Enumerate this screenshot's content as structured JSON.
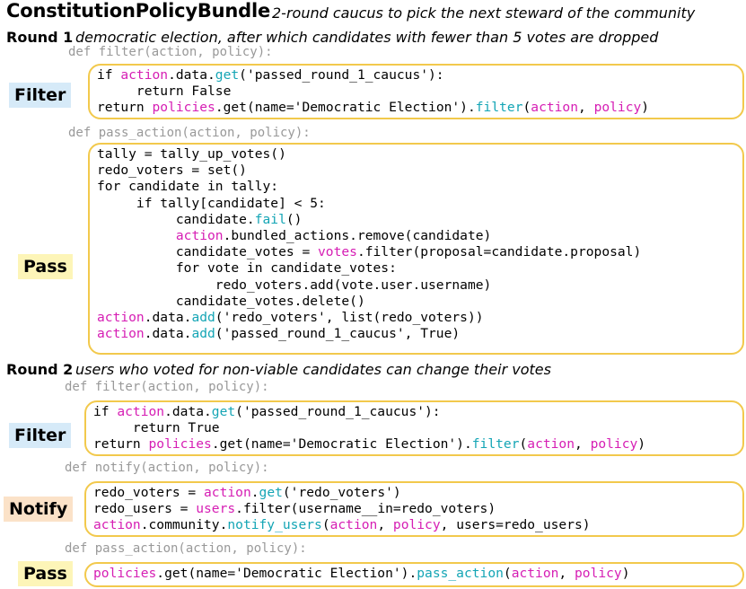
{
  "title": "ConstitutionPolicyBundle",
  "subtitle": "2-round caucus to pick the next steward of the community",
  "colors": {
    "magenta": "#d61eb4",
    "teal": "#14a5b5",
    "box_border": "#f2c94c",
    "filter_bg": "#d6eaf8",
    "pass_bg": "#fdf5b8",
    "notify_bg": "#fbe2c8",
    "def_gray": "#999999"
  },
  "rounds": [
    {
      "label": "Round 1",
      "description": "democratic election, after which candidates with fewer than 5 votes are dropped",
      "sections": [
        {
          "tag": "Filter",
          "def": "def filter(action, policy):",
          "lines": [
            [
              [
                "if ",
                ""
              ],
              [
                "action",
                "m"
              ],
              [
                ".data.",
                ""
              ],
              [
                "get",
                "c"
              ],
              [
                "('passed_round_1_caucus'):",
                ""
              ]
            ],
            [
              [
                "     return False",
                ""
              ]
            ],
            [
              [
                "return ",
                ""
              ],
              [
                "policies",
                "m"
              ],
              [
                ".get(name='Democratic Election').",
                ""
              ],
              [
                "filter",
                "c"
              ],
              [
                "(",
                ""
              ],
              [
                "action",
                "m"
              ],
              [
                ", ",
                ""
              ],
              [
                "policy",
                "m"
              ],
              [
                ")",
                ""
              ]
            ]
          ]
        },
        {
          "tag": "Pass",
          "def": "def pass_action(action, policy):",
          "lines": [
            [
              [
                "tally = tally_up_votes()",
                ""
              ]
            ],
            [
              [
                "redo_voters = set()",
                ""
              ]
            ],
            [
              [
                "for candidate in tally:",
                ""
              ]
            ],
            [
              [
                "     if tally[candidate] < 5:",
                ""
              ]
            ],
            [
              [
                "          candidate.",
                ""
              ],
              [
                "fail",
                "c"
              ],
              [
                "()",
                ""
              ]
            ],
            [
              [
                "          ",
                ""
              ],
              [
                "action",
                "m"
              ],
              [
                ".bundled_actions.remove(candidate)",
                ""
              ]
            ],
            [
              [
                "          candidate_votes = ",
                ""
              ],
              [
                "votes",
                "m"
              ],
              [
                ".filter(proposal=candidate.proposal)",
                ""
              ]
            ],
            [
              [
                "          for vote in candidate_votes:",
                ""
              ]
            ],
            [
              [
                "               redo_voters.add(vote.user.username)",
                ""
              ]
            ],
            [
              [
                "          candidate_votes.delete()",
                ""
              ]
            ],
            [
              [
                "action",
                "m"
              ],
              [
                ".data.",
                ""
              ],
              [
                "add",
                "c"
              ],
              [
                "('redo_voters', list(redo_voters))",
                ""
              ]
            ],
            [
              [
                "action",
                "m"
              ],
              [
                ".data.",
                ""
              ],
              [
                "add",
                "c"
              ],
              [
                "('passed_round_1_caucus', True)",
                ""
              ]
            ]
          ]
        }
      ]
    },
    {
      "label": "Round 2",
      "description": "users who voted for non-viable candidates can change their votes",
      "sections": [
        {
          "tag": "Filter",
          "def": "def filter(action, policy):",
          "lines": [
            [
              [
                "if ",
                ""
              ],
              [
                "action",
                "m"
              ],
              [
                ".data.",
                ""
              ],
              [
                "get",
                "c"
              ],
              [
                "('passed_round_1_caucus'):",
                ""
              ]
            ],
            [
              [
                "     return True",
                ""
              ]
            ],
            [
              [
                "return ",
                ""
              ],
              [
                "policies",
                "m"
              ],
              [
                ".get(name='Democratic Election').",
                ""
              ],
              [
                "filter",
                "c"
              ],
              [
                "(",
                ""
              ],
              [
                "action",
                "m"
              ],
              [
                ", ",
                ""
              ],
              [
                "policy",
                "m"
              ],
              [
                ")",
                ""
              ]
            ]
          ]
        },
        {
          "tag": "Notify",
          "def": "def notify(action, policy):",
          "lines": [
            [
              [
                "redo_voters = ",
                ""
              ],
              [
                "action",
                "m"
              ],
              [
                ".",
                ""
              ],
              [
                "get",
                "c"
              ],
              [
                "('redo_voters')",
                ""
              ]
            ],
            [
              [
                "redo_users = ",
                ""
              ],
              [
                "users",
                "m"
              ],
              [
                ".filter(username__in=redo_voters)",
                ""
              ]
            ],
            [
              [
                "action",
                "m"
              ],
              [
                ".community.",
                ""
              ],
              [
                "notify_users",
                "c"
              ],
              [
                "(",
                ""
              ],
              [
                "action",
                "m"
              ],
              [
                ", ",
                ""
              ],
              [
                "policy",
                "m"
              ],
              [
                ", users=redo_users)",
                ""
              ]
            ]
          ]
        },
        {
          "tag": "Pass",
          "def": "def pass_action(action, policy):",
          "lines": [
            [
              [
                "policies",
                "m"
              ],
              [
                ".get(name='Democratic Election').",
                ""
              ],
              [
                "pass_action",
                "c"
              ],
              [
                "(",
                ""
              ],
              [
                "action",
                "m"
              ],
              [
                ", ",
                ""
              ],
              [
                "policy",
                "m"
              ],
              [
                ")",
                ""
              ]
            ]
          ]
        }
      ]
    }
  ]
}
